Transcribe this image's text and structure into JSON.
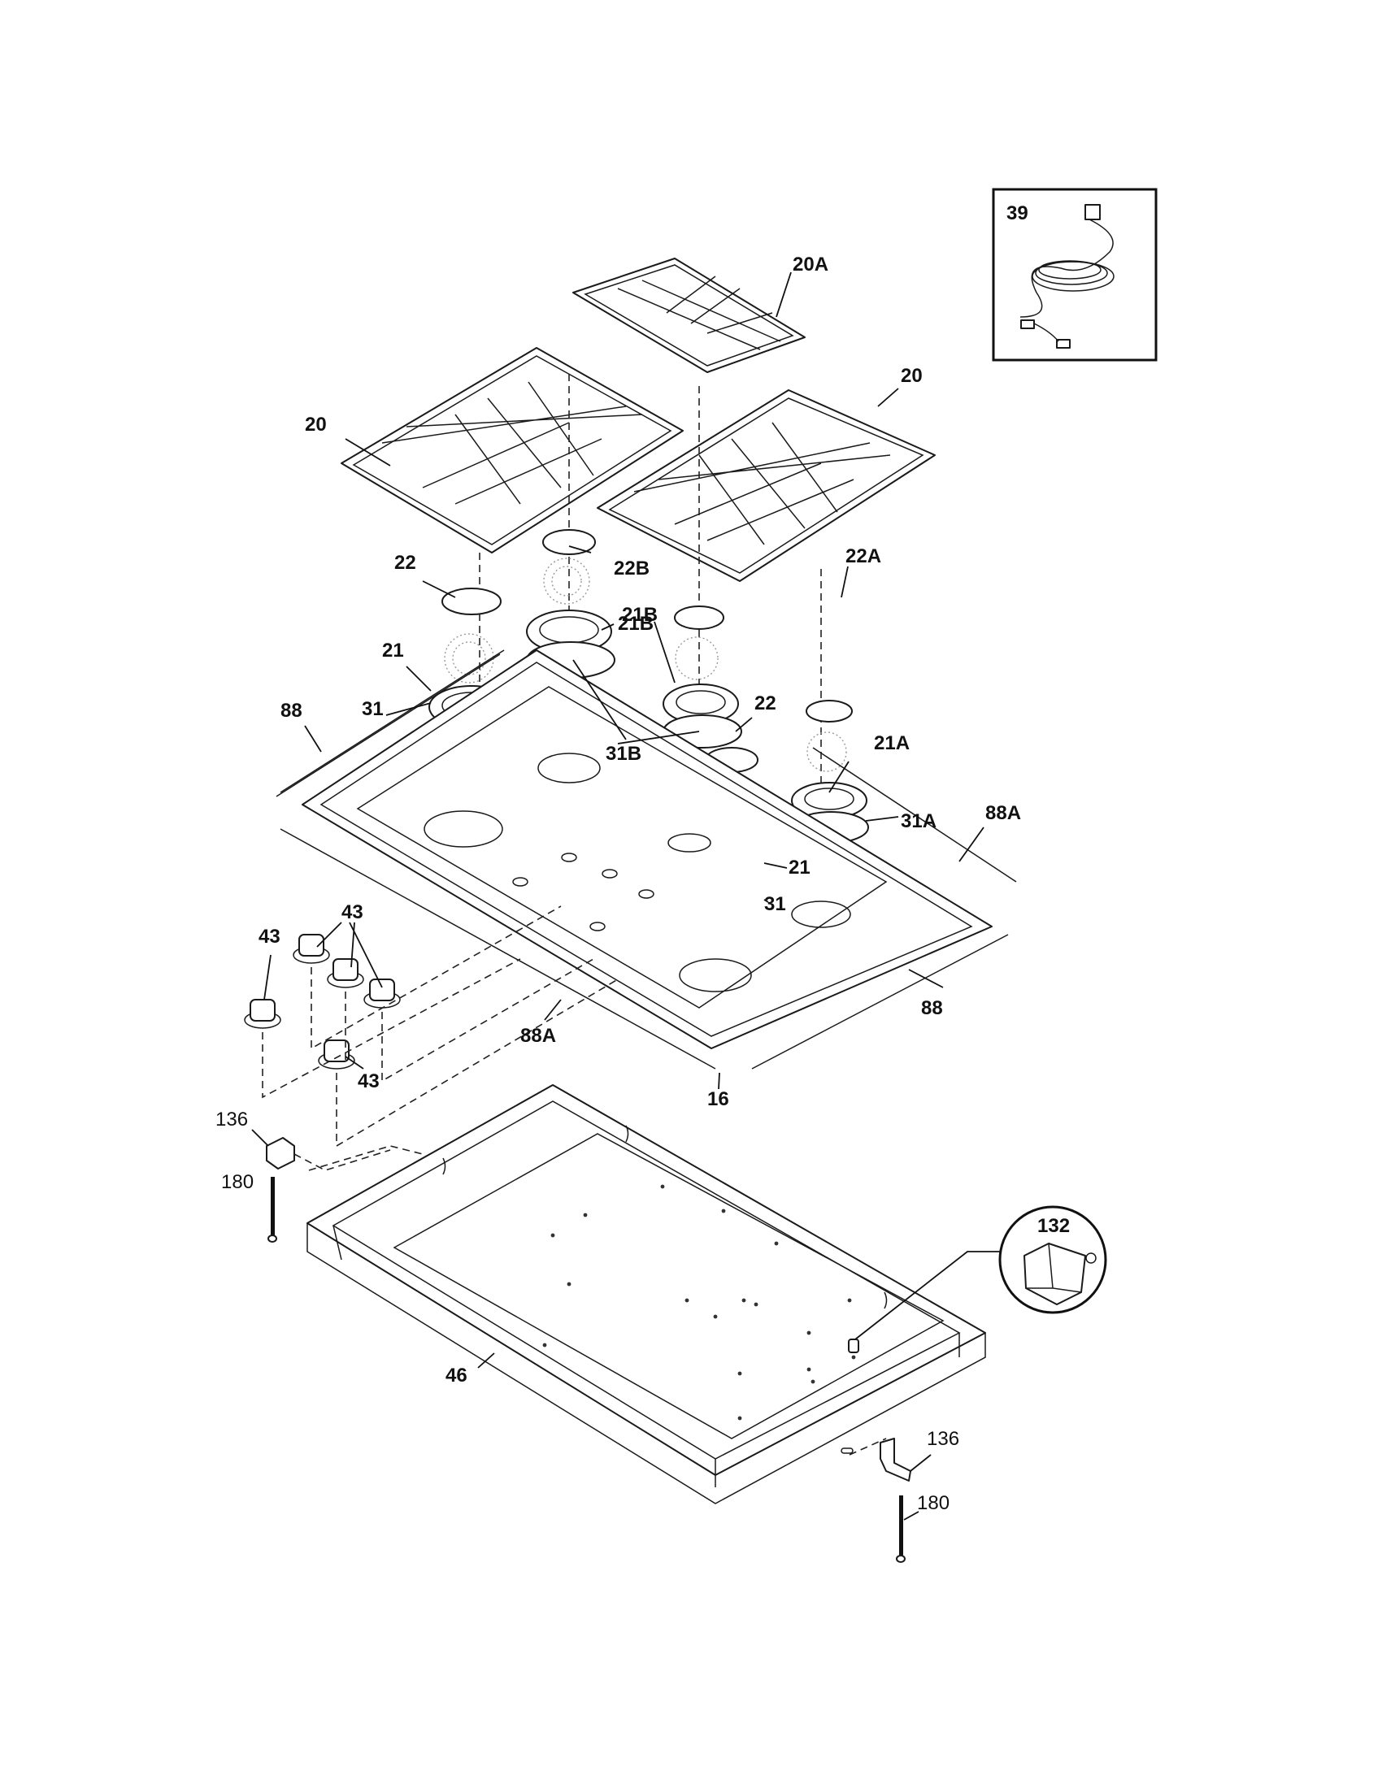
{
  "callouts": {
    "c39": "39",
    "c20A": "20A",
    "c20_left": "20",
    "c20_right": "20",
    "c22_left": "22",
    "c22B": "22B",
    "c21B": "21B",
    "c21_left": "21",
    "c22_mid": "22",
    "c22A": "22A",
    "c21A": "21A",
    "c88_left": "88",
    "c31_left": "31",
    "c31B": "31B",
    "c31A": "31A",
    "c88A_right": "88A",
    "c21_front": "21",
    "c31_front": "31",
    "c43_top": "43",
    "c43_left": "43",
    "c43_bottom": "43",
    "c88A_front": "88A",
    "c88_front": "88",
    "c16": "16",
    "c136_left": "136",
    "c180_left": "180",
    "c132": "132",
    "c46": "46",
    "c136_right": "136",
    "c180_right": "180"
  }
}
